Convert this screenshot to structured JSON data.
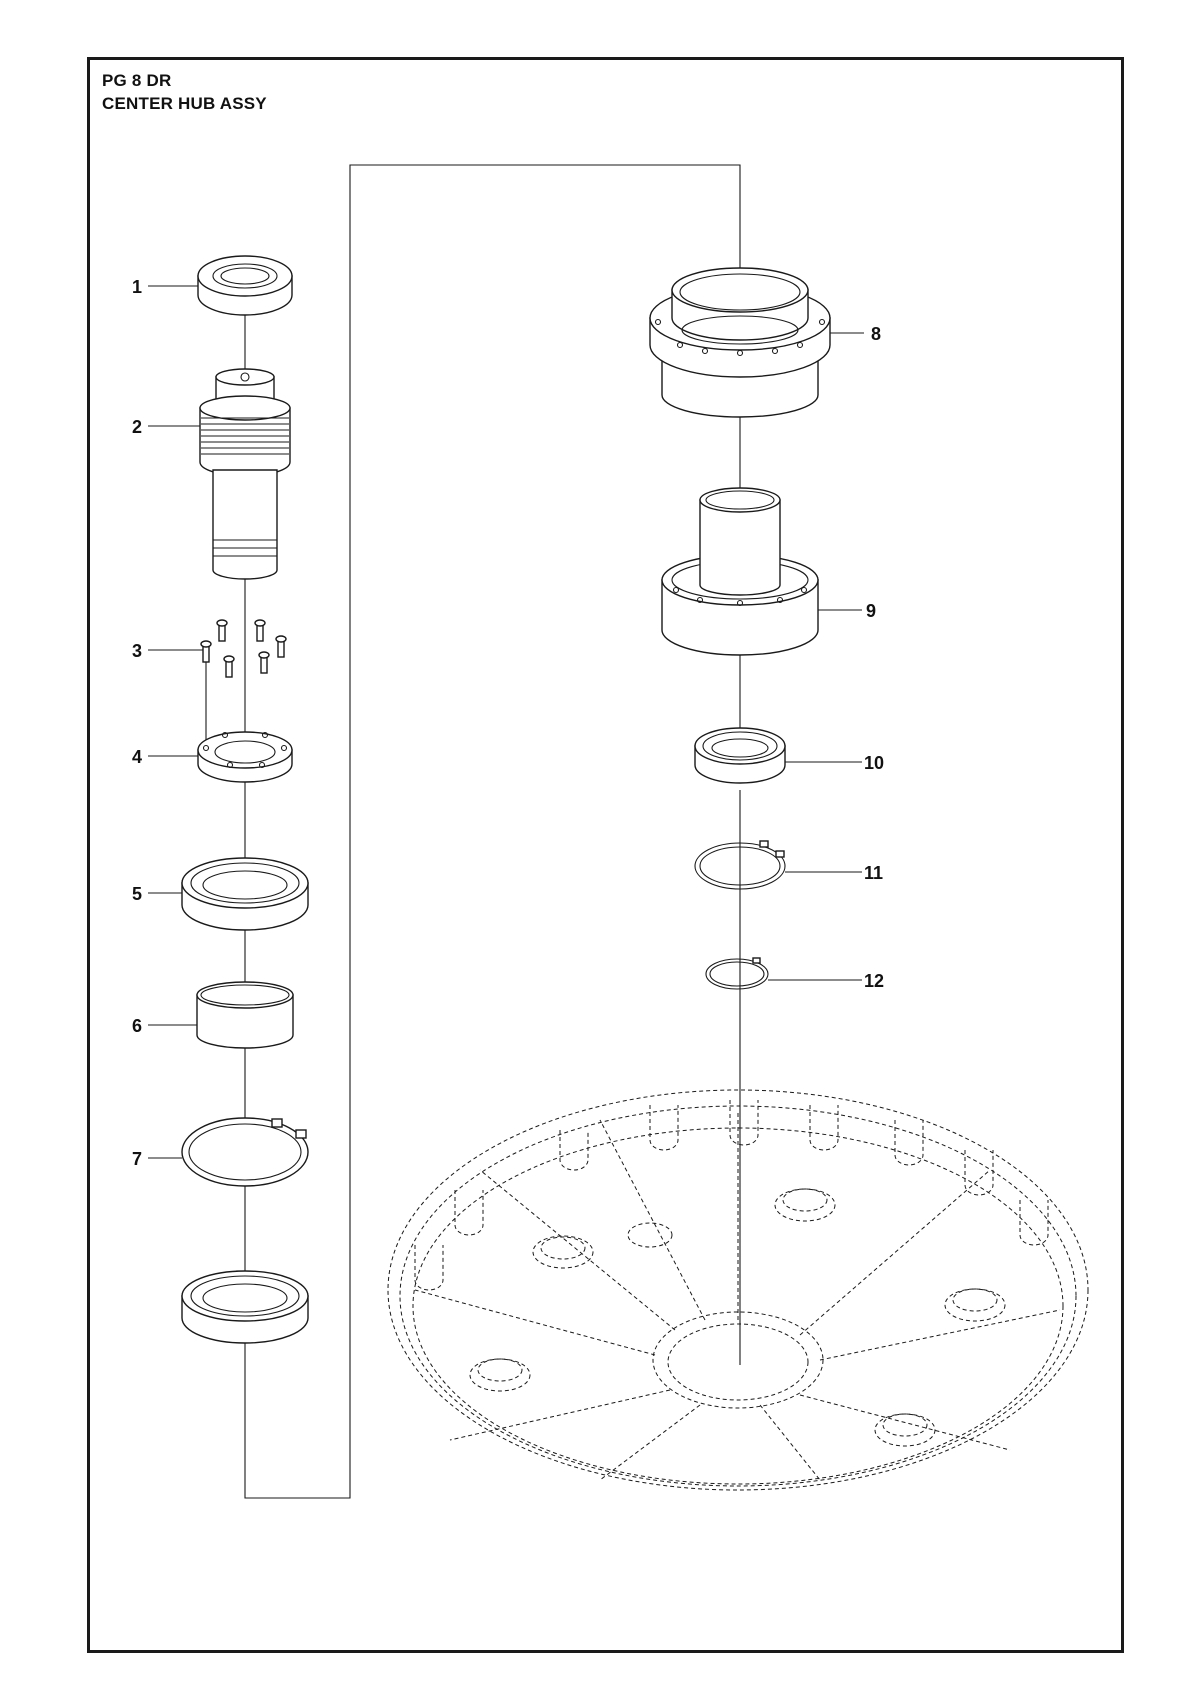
{
  "header": {
    "model": "PG 8 DR",
    "assembly": "CENTER HUB ASSY"
  },
  "callouts": {
    "c1": "1",
    "c2": "2",
    "c3": "3",
    "c4": "4",
    "c5": "5",
    "c6": "6",
    "c7": "7",
    "c8": "8",
    "c9": "9",
    "c10": "10",
    "c11": "11",
    "c12": "12"
  }
}
